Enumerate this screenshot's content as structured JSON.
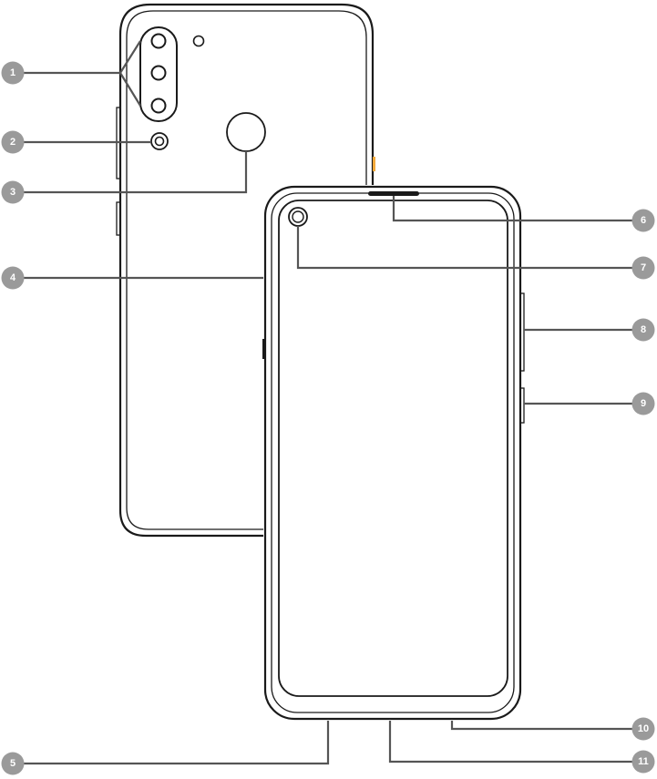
{
  "callouts": [
    {
      "id": 1,
      "label": "1"
    },
    {
      "id": 2,
      "label": "2"
    },
    {
      "id": 3,
      "label": "3"
    },
    {
      "id": 4,
      "label": "4"
    },
    {
      "id": 5,
      "label": "5"
    },
    {
      "id": 6,
      "label": "6"
    },
    {
      "id": 7,
      "label": "7"
    },
    {
      "id": 8,
      "label": "8"
    },
    {
      "id": 9,
      "label": "9"
    },
    {
      "id": 10,
      "label": "10"
    },
    {
      "id": 11,
      "label": "11"
    }
  ],
  "colors": {
    "outline": "#1a1a1a",
    "leader": "#555555",
    "badge": "#9a9a9a",
    "badge_text": "#ffffff",
    "accent_button": "#f2a93b"
  }
}
